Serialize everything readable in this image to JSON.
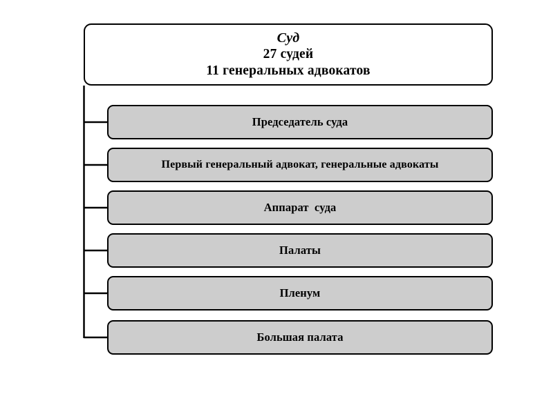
{
  "diagram": {
    "title_lines": [
      {
        "text": "Суд",
        "style": "italic"
      },
      {
        "text": "27 судей",
        "style": "bold"
      },
      {
        "text": "11 генеральных адвокатов",
        "style": "bold"
      }
    ],
    "root": {
      "line1": "Суд",
      "line2": "27 судей",
      "line3": "11 генеральных адвокатов"
    },
    "children": [
      {
        "label": "Председатель суда"
      },
      {
        "label": "Первый генеральный адвокат, генеральные адвокаты"
      },
      {
        "label": "Аппарат  суда"
      },
      {
        "label": "Палаты"
      },
      {
        "label": "Пленум"
      },
      {
        "label": "Большая палата"
      }
    ],
    "colors": {
      "page_background": "#ffffff",
      "root_fill": "#ffffff",
      "child_fill": "#cdcdcd",
      "stroke": "#000000",
      "text": "#000000"
    }
  }
}
